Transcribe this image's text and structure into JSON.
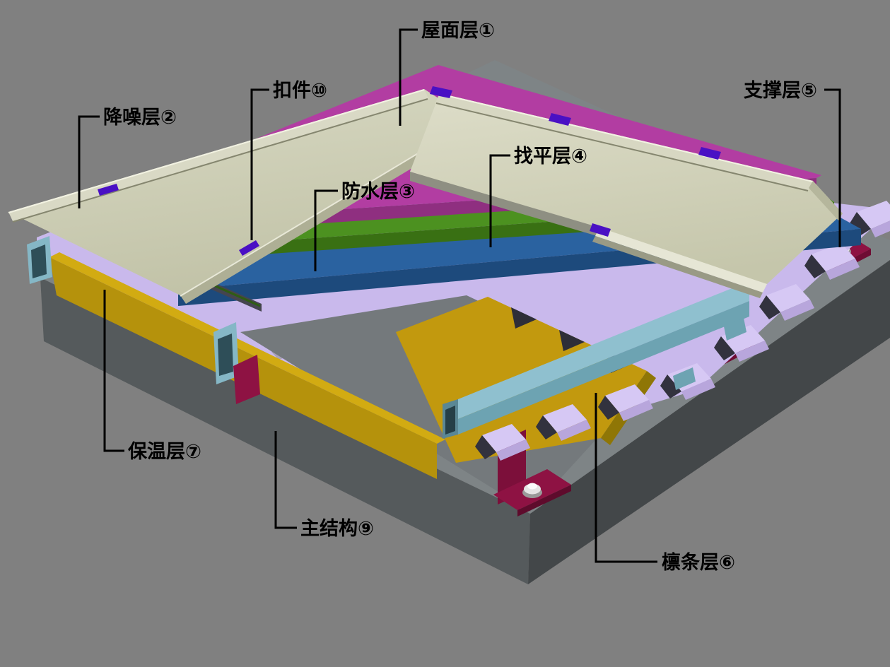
{
  "diagram_type": "roof-system-exploded-layer-diagram",
  "labels": {
    "roof": {
      "text": "屋面层①"
    },
    "noise": {
      "text": "降噪层②"
    },
    "waterproof": {
      "text": "防水层③"
    },
    "leveling": {
      "text": "找平层④"
    },
    "support": {
      "text": "支撑层⑤"
    },
    "purlin": {
      "text": "檩条层⑥"
    },
    "insulation": {
      "text": "保温层⑦"
    },
    "structure": {
      "text": "主结构⑨"
    },
    "clip": {
      "text": "扣件⑩"
    }
  },
  "colors": {
    "background": "#808080",
    "roof_panel": "#cbccb2",
    "noise": "#b23da2",
    "waterproof": "#4c9120",
    "leveling": "#2a62a0",
    "support": "#c9b9ec",
    "insulation": "#b5920c",
    "purlin_steel": "#8fc0cf",
    "structure": "#7e8486",
    "bracket": "#8e1243",
    "clip": "#4a10c4",
    "bolt": "#e5e5e5",
    "leader": "#000000"
  }
}
